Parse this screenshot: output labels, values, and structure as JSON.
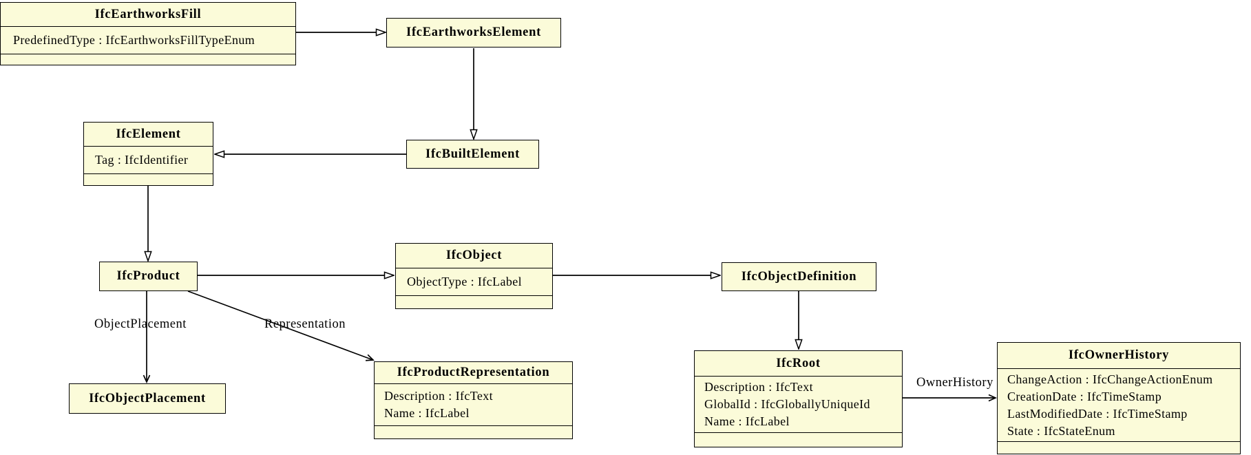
{
  "colors": {
    "background": "#ffffff",
    "node_fill": "#fbfbd9",
    "node_border": "#000000",
    "edge": "#000000",
    "text": "#000000"
  },
  "classes": {
    "earthworks_fill": {
      "title": "IfcEarthworksFill",
      "attributes": [
        "PredefinedType : IfcEarthworksFillTypeEnum"
      ]
    },
    "earthworks_element": {
      "title": "IfcEarthworksElement",
      "attributes": []
    },
    "element": {
      "title": "IfcElement",
      "attributes": [
        "Tag : IfcIdentifier"
      ]
    },
    "built_element": {
      "title": "IfcBuiltElement",
      "attributes": []
    },
    "product": {
      "title": "IfcProduct",
      "attributes": []
    },
    "object": {
      "title": "IfcObject",
      "attributes": [
        "ObjectType : IfcLabel"
      ]
    },
    "object_definition": {
      "title": "IfcObjectDefinition",
      "attributes": []
    },
    "object_placement": {
      "title": "IfcObjectPlacement",
      "attributes": []
    },
    "product_representation": {
      "title": "IfcProductRepresentation",
      "attributes": [
        "Description : IfcText",
        "Name : IfcLabel"
      ]
    },
    "root": {
      "title": "IfcRoot",
      "attributes": [
        "Description : IfcText",
        "GlobalId : IfcGloballyUniqueId",
        "Name : IfcLabel"
      ]
    },
    "owner_history": {
      "title": "IfcOwnerHistory",
      "attributes": [
        "ChangeAction : IfcChangeActionEnum",
        "CreationDate : IfcTimeStamp",
        "LastModifiedDate : IfcTimeStamp",
        "State : IfcStateEnum"
      ]
    }
  },
  "edge_labels": {
    "object_placement": "ObjectPlacement",
    "representation": "Representation",
    "owner_history": "OwnerHistory"
  },
  "relations": [
    {
      "from": "IfcEarthworksFill",
      "to": "IfcEarthworksElement",
      "type": "inheritance"
    },
    {
      "from": "IfcEarthworksElement",
      "to": "IfcBuiltElement",
      "type": "inheritance"
    },
    {
      "from": "IfcBuiltElement",
      "to": "IfcElement",
      "type": "inheritance"
    },
    {
      "from": "IfcElement",
      "to": "IfcProduct",
      "type": "inheritance"
    },
    {
      "from": "IfcProduct",
      "to": "IfcObject",
      "type": "inheritance"
    },
    {
      "from": "IfcObject",
      "to": "IfcObjectDefinition",
      "type": "inheritance"
    },
    {
      "from": "IfcObjectDefinition",
      "to": "IfcRoot",
      "type": "inheritance"
    },
    {
      "from": "IfcProduct",
      "to": "IfcObjectPlacement",
      "type": "association",
      "label": "ObjectPlacement"
    },
    {
      "from": "IfcProduct",
      "to": "IfcProductRepresentation",
      "type": "association",
      "label": "Representation"
    },
    {
      "from": "IfcRoot",
      "to": "IfcOwnerHistory",
      "type": "association",
      "label": "OwnerHistory"
    }
  ]
}
